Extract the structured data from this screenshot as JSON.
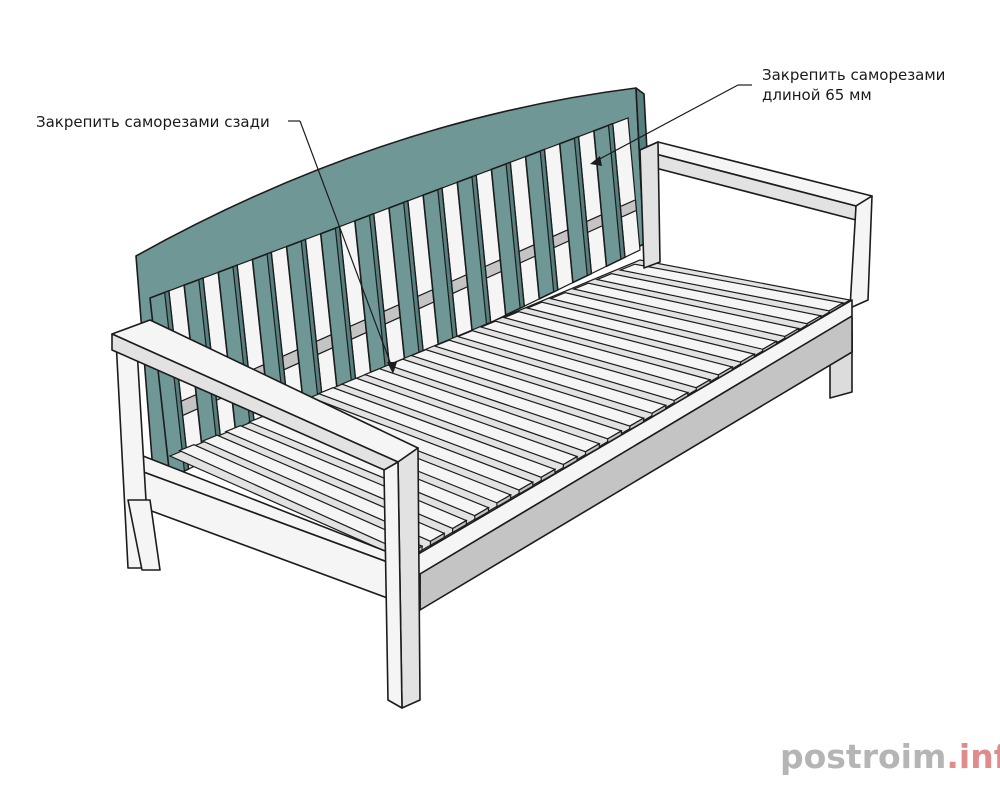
{
  "annotations": {
    "back_screws": "Закрепить саморезами сзади",
    "screws_line1": "Закрепить саморезами",
    "screws_line2": "длиной 65 мм"
  },
  "watermark": {
    "part1": "postroim",
    "part2": ".info"
  },
  "colors": {
    "backrest": "#6f9796",
    "backrest_shadow": "#56807f",
    "wood_light": "#f5f5f5",
    "wood_mid": "#e2e2e2",
    "wood_dark": "#c4c4c4",
    "outline": "#1c1c1c",
    "watermark_main": "#b5b5b5",
    "watermark_accent": "#e08c8c"
  }
}
